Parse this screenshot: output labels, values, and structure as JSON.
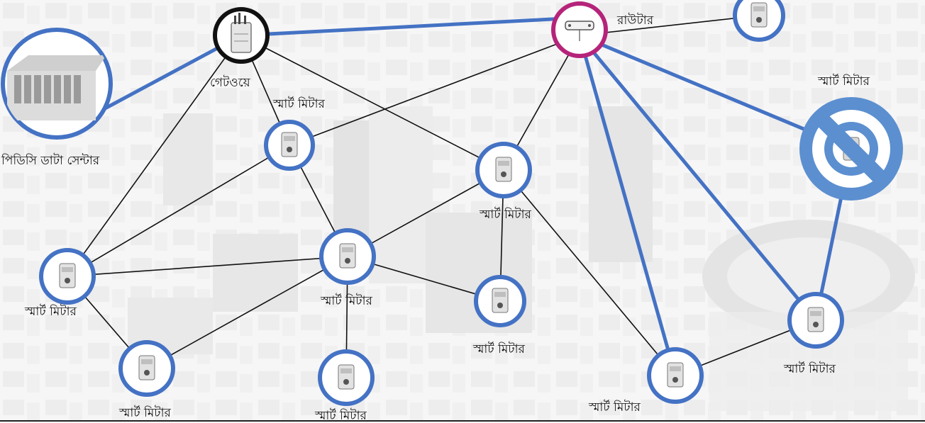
{
  "labels": {
    "gateway": "গেটওয়ে",
    "router": "রাউটার",
    "datacenter": "পিডিসি ডাটা সেন্টার",
    "smart_meter": "স্মার্ট মিটার"
  },
  "colors": {
    "link_primary": "#4472C4",
    "link_mesh": "#111111",
    "meter_ring": "#4472C4",
    "gateway_ring": "#111111",
    "router_ring": "#B5247A",
    "blocked_symbol": "#5B8FD0"
  },
  "icons": {
    "gateway": "gateway-device-icon",
    "router": "router-device-icon",
    "datacenter": "server-rack-icon",
    "meter": "smart-meter-icon",
    "blocked": "prohibited-icon"
  }
}
